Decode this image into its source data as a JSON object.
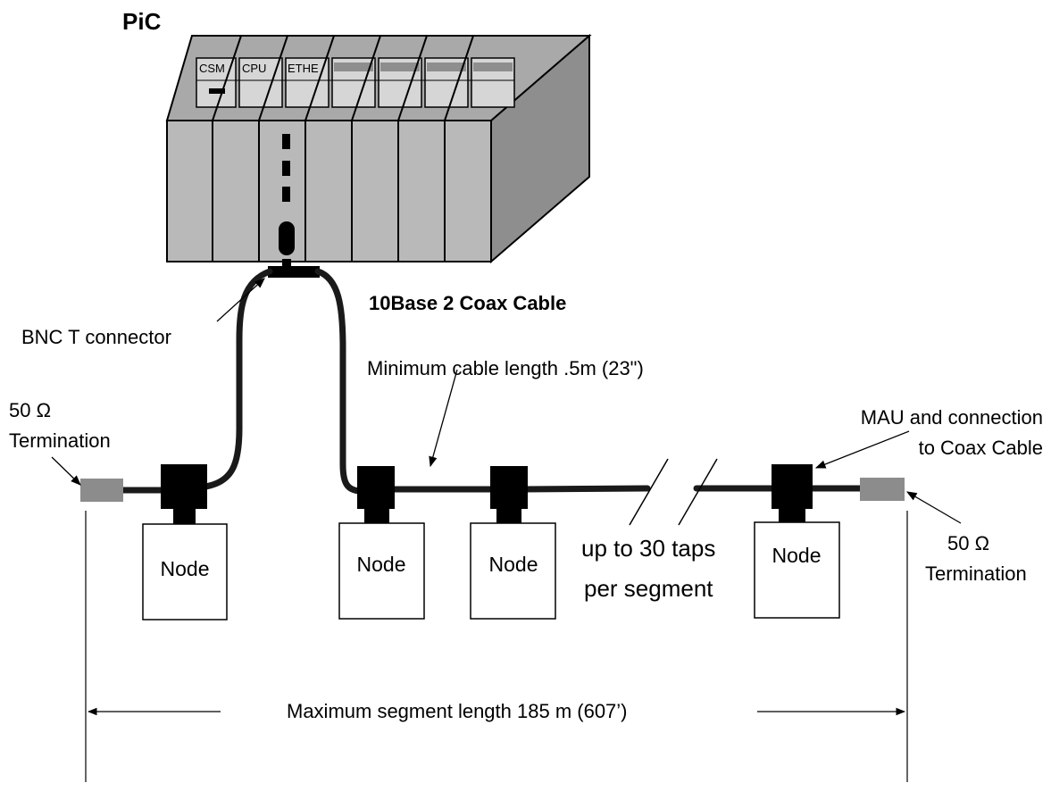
{
  "title": "PiC",
  "cable_title": "10Base 2 Coax Cable",
  "module_labels": [
    "CSM",
    "CPU",
    "ETHE"
  ],
  "labels": {
    "bnc": "BNC T connector",
    "min_length": "Minimum cable length .5m (23\")",
    "left_term_line1": "50 Ω",
    "left_term_line2": "Termination",
    "right_term_line1": "50 Ω",
    "right_term_line2": "Termination",
    "mau_line1": "MAU and connection",
    "mau_line2": "to Coax  Cable",
    "taps_line1": "up to 30 taps",
    "taps_line2": "per segment",
    "max_length": "Maximum segment length  185 m (607’)"
  },
  "nodes": [
    "Node",
    "Node",
    "Node",
    "Node"
  ],
  "colors": {
    "chassis": "#b9b9b9",
    "chassis_dark": "#8e8e8e",
    "top_face": "#a9a9a9",
    "slot_window": "#d6d6d6",
    "terminator": "#8c8c8c",
    "connector": "#000000",
    "cable": "#1a1a1a"
  }
}
